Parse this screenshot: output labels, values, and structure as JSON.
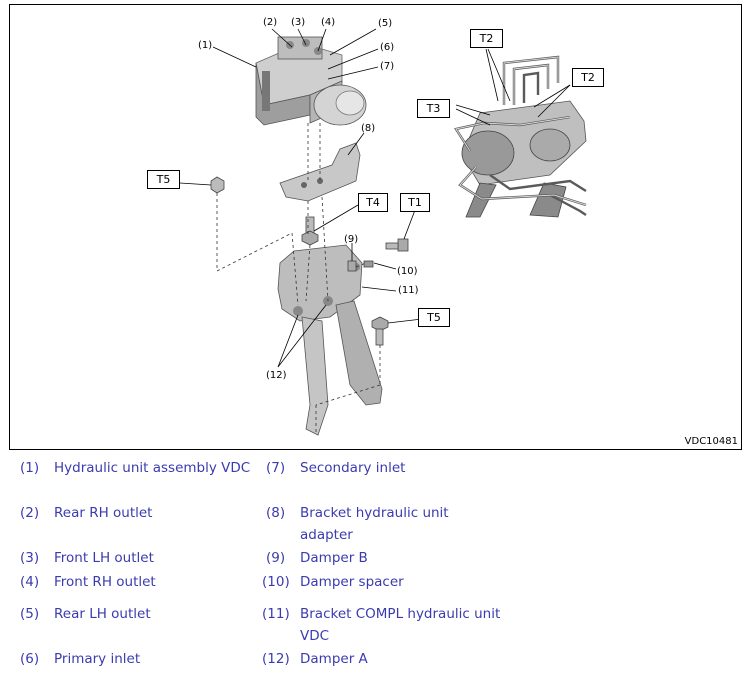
{
  "figure": {
    "code": "VDC10481",
    "torque_tags": {
      "t1": "T1",
      "t2a": "T2",
      "t2b": "T2",
      "t3": "T3",
      "t4": "T4",
      "t5a": "T5",
      "t5b": "T5"
    },
    "callouts": {
      "c1": "(1)",
      "c2": "(2)",
      "c3": "(3)",
      "c4": "(4)",
      "c5": "(5)",
      "c6": "(6)",
      "c7": "(7)",
      "c8": "(8)",
      "c9": "(9)",
      "c10": "(10)",
      "c11": "(11)",
      "c12": "(12)"
    }
  },
  "legend": [
    {
      "num": "(1)",
      "label": "Hydraulic unit assembly VDC"
    },
    {
      "num": "(2)",
      "label": "Rear RH outlet"
    },
    {
      "num": "(3)",
      "label": "Front LH outlet"
    },
    {
      "num": "(4)",
      "label": "Front RH outlet"
    },
    {
      "num": "(5)",
      "label": "Rear LH outlet"
    },
    {
      "num": "(6)",
      "label": "Primary inlet"
    },
    {
      "num": "(7)",
      "label": "Secondary inlet"
    },
    {
      "num": "(8)",
      "label": "Bracket hydraulic unit adapter"
    },
    {
      "num": "(9)",
      "label": "Damper B"
    },
    {
      "num": "(10)",
      "label": "Damper spacer"
    },
    {
      "num": "(11)",
      "label": "Bracket COMPL hydraulic unit VDC"
    },
    {
      "num": "(12)",
      "label": "Damper A"
    }
  ]
}
